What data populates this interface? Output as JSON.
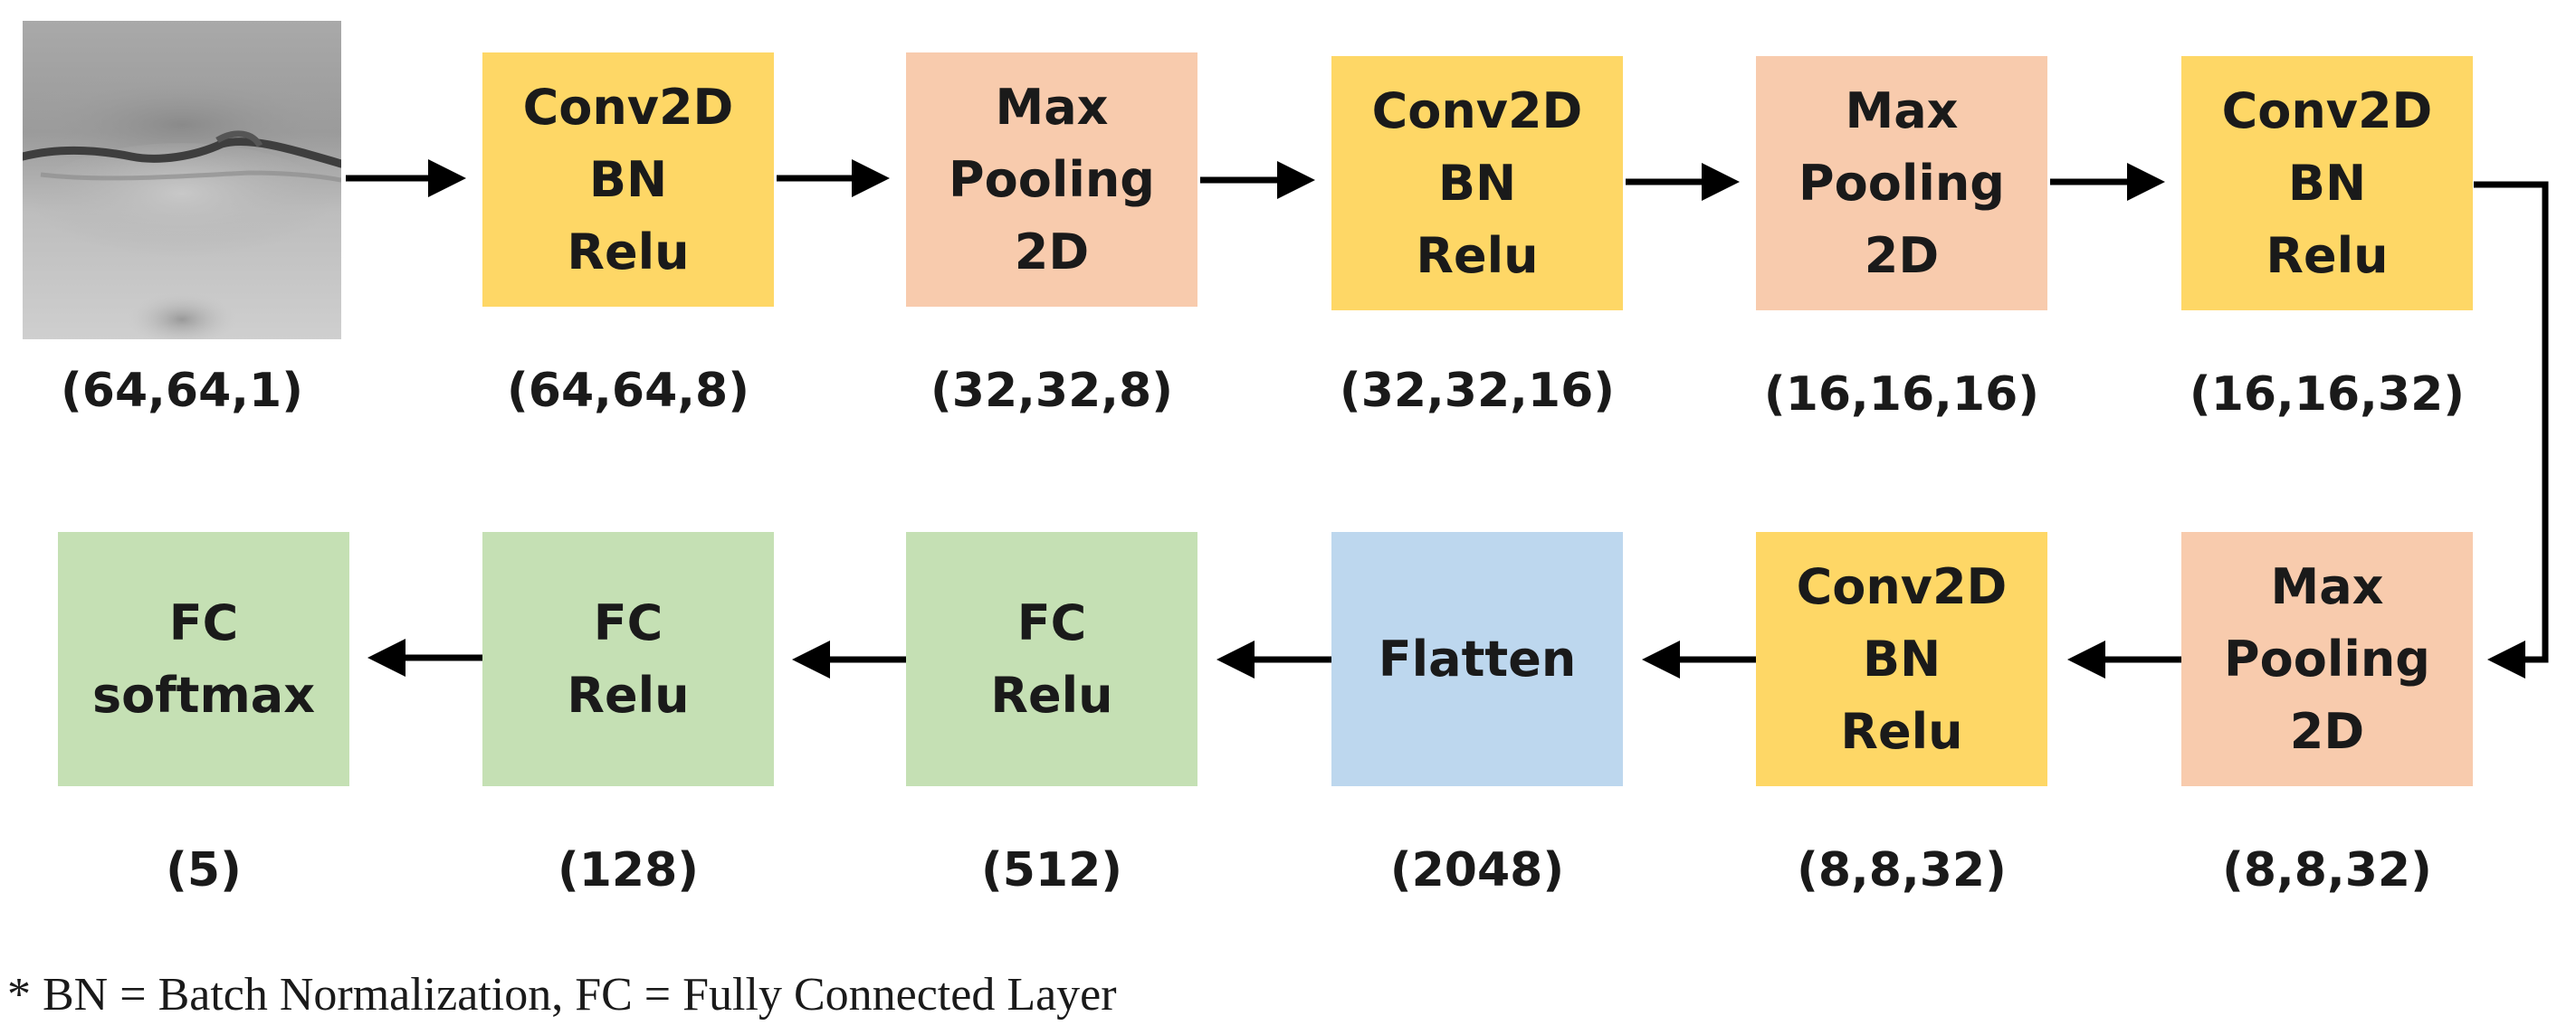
{
  "input": {
    "shape": "(64,64,1)"
  },
  "row1": [
    {
      "lines": [
        "Conv2D",
        "BN",
        "Relu"
      ],
      "shape": "(64,64,8)",
      "color": "#fed766"
    },
    {
      "lines": [
        "Max",
        "Pooling",
        "2D"
      ],
      "shape": "(32,32,8)",
      "color": "#f8cbad"
    },
    {
      "lines": [
        "Conv2D",
        "BN",
        "Relu"
      ],
      "shape": "(32,32,16)",
      "color": "#fed766"
    },
    {
      "lines": [
        "Max",
        "Pooling",
        "2D"
      ],
      "shape": "(16,16,16)",
      "color": "#f8cbad"
    },
    {
      "lines": [
        "Conv2D",
        "BN",
        "Relu"
      ],
      "shape": "(16,16,32)",
      "color": "#fed766"
    }
  ],
  "row2": [
    {
      "lines": [
        "FC",
        "softmax"
      ],
      "shape": "(5)",
      "color": "#c5e0b4"
    },
    {
      "lines": [
        "FC",
        "Relu"
      ],
      "shape": "(128)",
      "color": "#c5e0b4"
    },
    {
      "lines": [
        "FC",
        "Relu"
      ],
      "shape": "(512)",
      "color": "#c5e0b4"
    },
    {
      "lines": [
        "Flatten"
      ],
      "shape": "(2048)",
      "color": "#bdd7ee"
    },
    {
      "lines": [
        "Conv2D",
        "BN",
        "Relu"
      ],
      "shape": "(8,8,32)",
      "color": "#fed766"
    },
    {
      "lines": [
        "Max",
        "Pooling",
        "2D"
      ],
      "shape": "(8,8,32)",
      "color": "#f8cbad"
    }
  ],
  "footnote": "* BN = Batch Normalization, FC = Fully Connected Layer"
}
